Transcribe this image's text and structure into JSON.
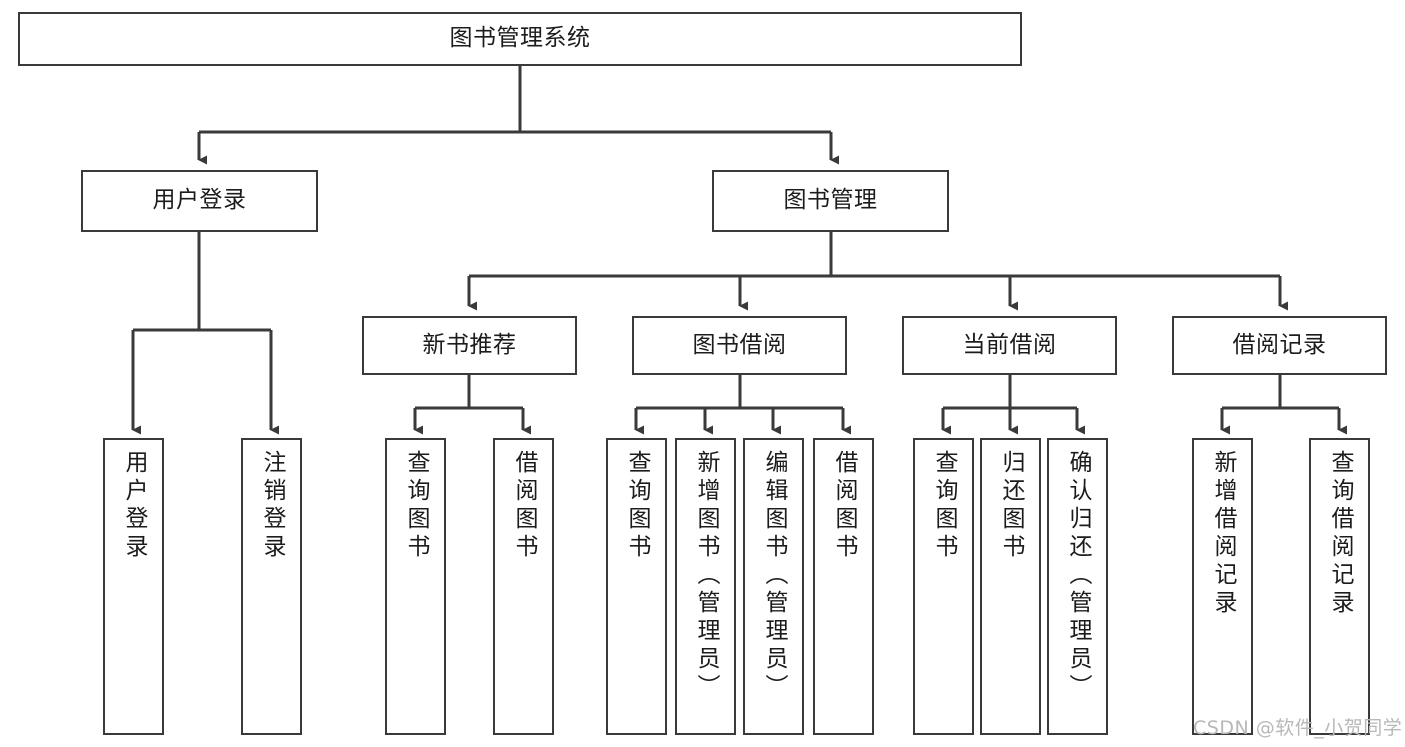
{
  "diagram": {
    "type": "tree-hierarchy",
    "title": "图书管理系统",
    "orientation": "top-down",
    "edge_style": "orthogonal-with-arrowheads",
    "colors": {
      "box_border": "#3a3a3a",
      "box_fill": "#ffffff",
      "line": "#3a3a3a",
      "text": "#1c1c1c",
      "watermark": "#b8b8b8",
      "background": "#ffffff"
    },
    "root": {
      "label": "图书管理系统"
    },
    "level2": [
      {
        "label": "用户登录"
      },
      {
        "label": "图书管理"
      }
    ],
    "level3": [
      {
        "label": "新书推荐"
      },
      {
        "label": "图书借阅"
      },
      {
        "label": "当前借阅"
      },
      {
        "label": "借阅记录"
      }
    ],
    "leaves": {
      "user_login": [
        {
          "label": "用户登录"
        },
        {
          "label": "注销登录"
        }
      ],
      "new_book_recommend": [
        {
          "label": "查询图书"
        },
        {
          "label": "借阅图书"
        }
      ],
      "book_borrow": [
        {
          "label": "查询图书"
        },
        {
          "label": "新增图书（管理员）"
        },
        {
          "label": "编辑图书（管理员）"
        },
        {
          "label": "借阅图书"
        }
      ],
      "current_borrow": [
        {
          "label": "查询图书"
        },
        {
          "label": "归还图书"
        },
        {
          "label": "确认归还（管理员）"
        }
      ],
      "borrow_record": [
        {
          "label": "新增借阅记录"
        },
        {
          "label": "查询借阅记录"
        }
      ]
    }
  },
  "watermark": {
    "text": "CSDN @软件_小贺同学"
  }
}
